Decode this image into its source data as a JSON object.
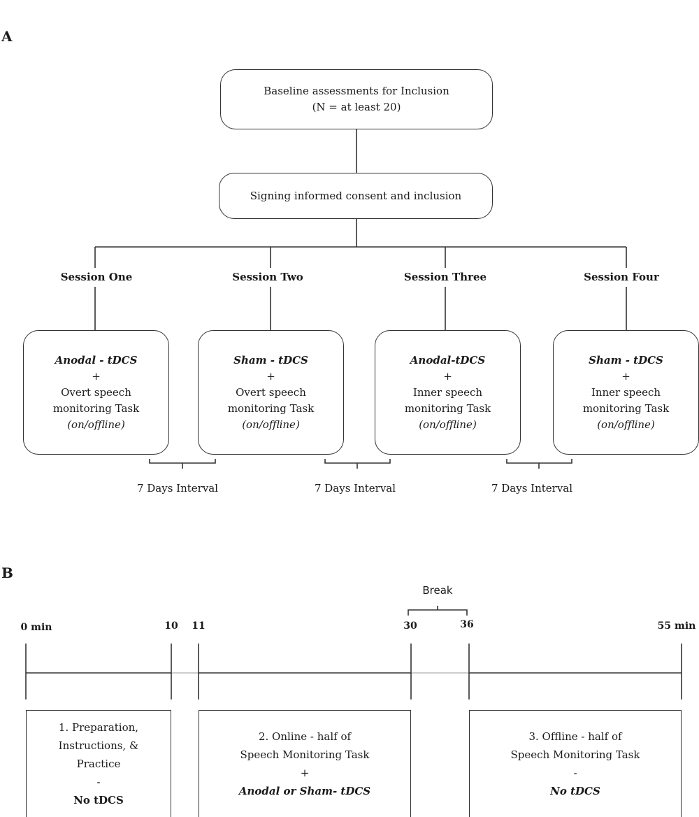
{
  "panel_a": {
    "label": "A",
    "baseline": {
      "line1": "Baseline assessments for Inclusion",
      "line2": "(N = at least 20)"
    },
    "consent": {
      "text": "Signing informed consent and inclusion"
    },
    "sessions": [
      {
        "label": "Session One",
        "stim": "Anodal - tDCS",
        "plus": "+",
        "task1": "Overt speech",
        "task2": "monitoring Task",
        "mode": "(on/offline)"
      },
      {
        "label": "Session Two",
        "stim": "Sham - tDCS",
        "plus": "+",
        "task1": "Overt speech",
        "task2": "monitoring Task",
        "mode": "(on/offline)"
      },
      {
        "label": "Session Three",
        "stim": "Anodal-tDCS",
        "plus": "+",
        "task1": "Inner speech",
        "task2": "monitoring Task",
        "mode": "(on/offline)"
      },
      {
        "label": "Session Four",
        "stim": "Sham - tDCS",
        "plus": "+",
        "task1": "Inner speech",
        "task2": "monitoring Task",
        "mode": "(on/offline)"
      }
    ],
    "intervals": [
      "7 Days Interval",
      "7 Days Interval",
      "7 Days Interval"
    ]
  },
  "panel_b": {
    "label": "B",
    "break_label": "Break",
    "ticks": [
      "0 min",
      "10",
      "11",
      "30",
      "36",
      "55 min"
    ],
    "phases": [
      {
        "l1": "1. Preparation,",
        "l2": "Instructions, &",
        "l3": "Practice",
        "l4": "-",
        "l5": "No tDCS"
      },
      {
        "l1": "2. Online - half of",
        "l2": "Speech Monitoring Task",
        "l3": "+",
        "l4": "Anodal or Sham- tDCS"
      },
      {
        "l1": "3. Offline - half of",
        "l2": "Speech Monitoring Task",
        "l3": "-",
        "l4": "No tDCS"
      }
    ]
  }
}
